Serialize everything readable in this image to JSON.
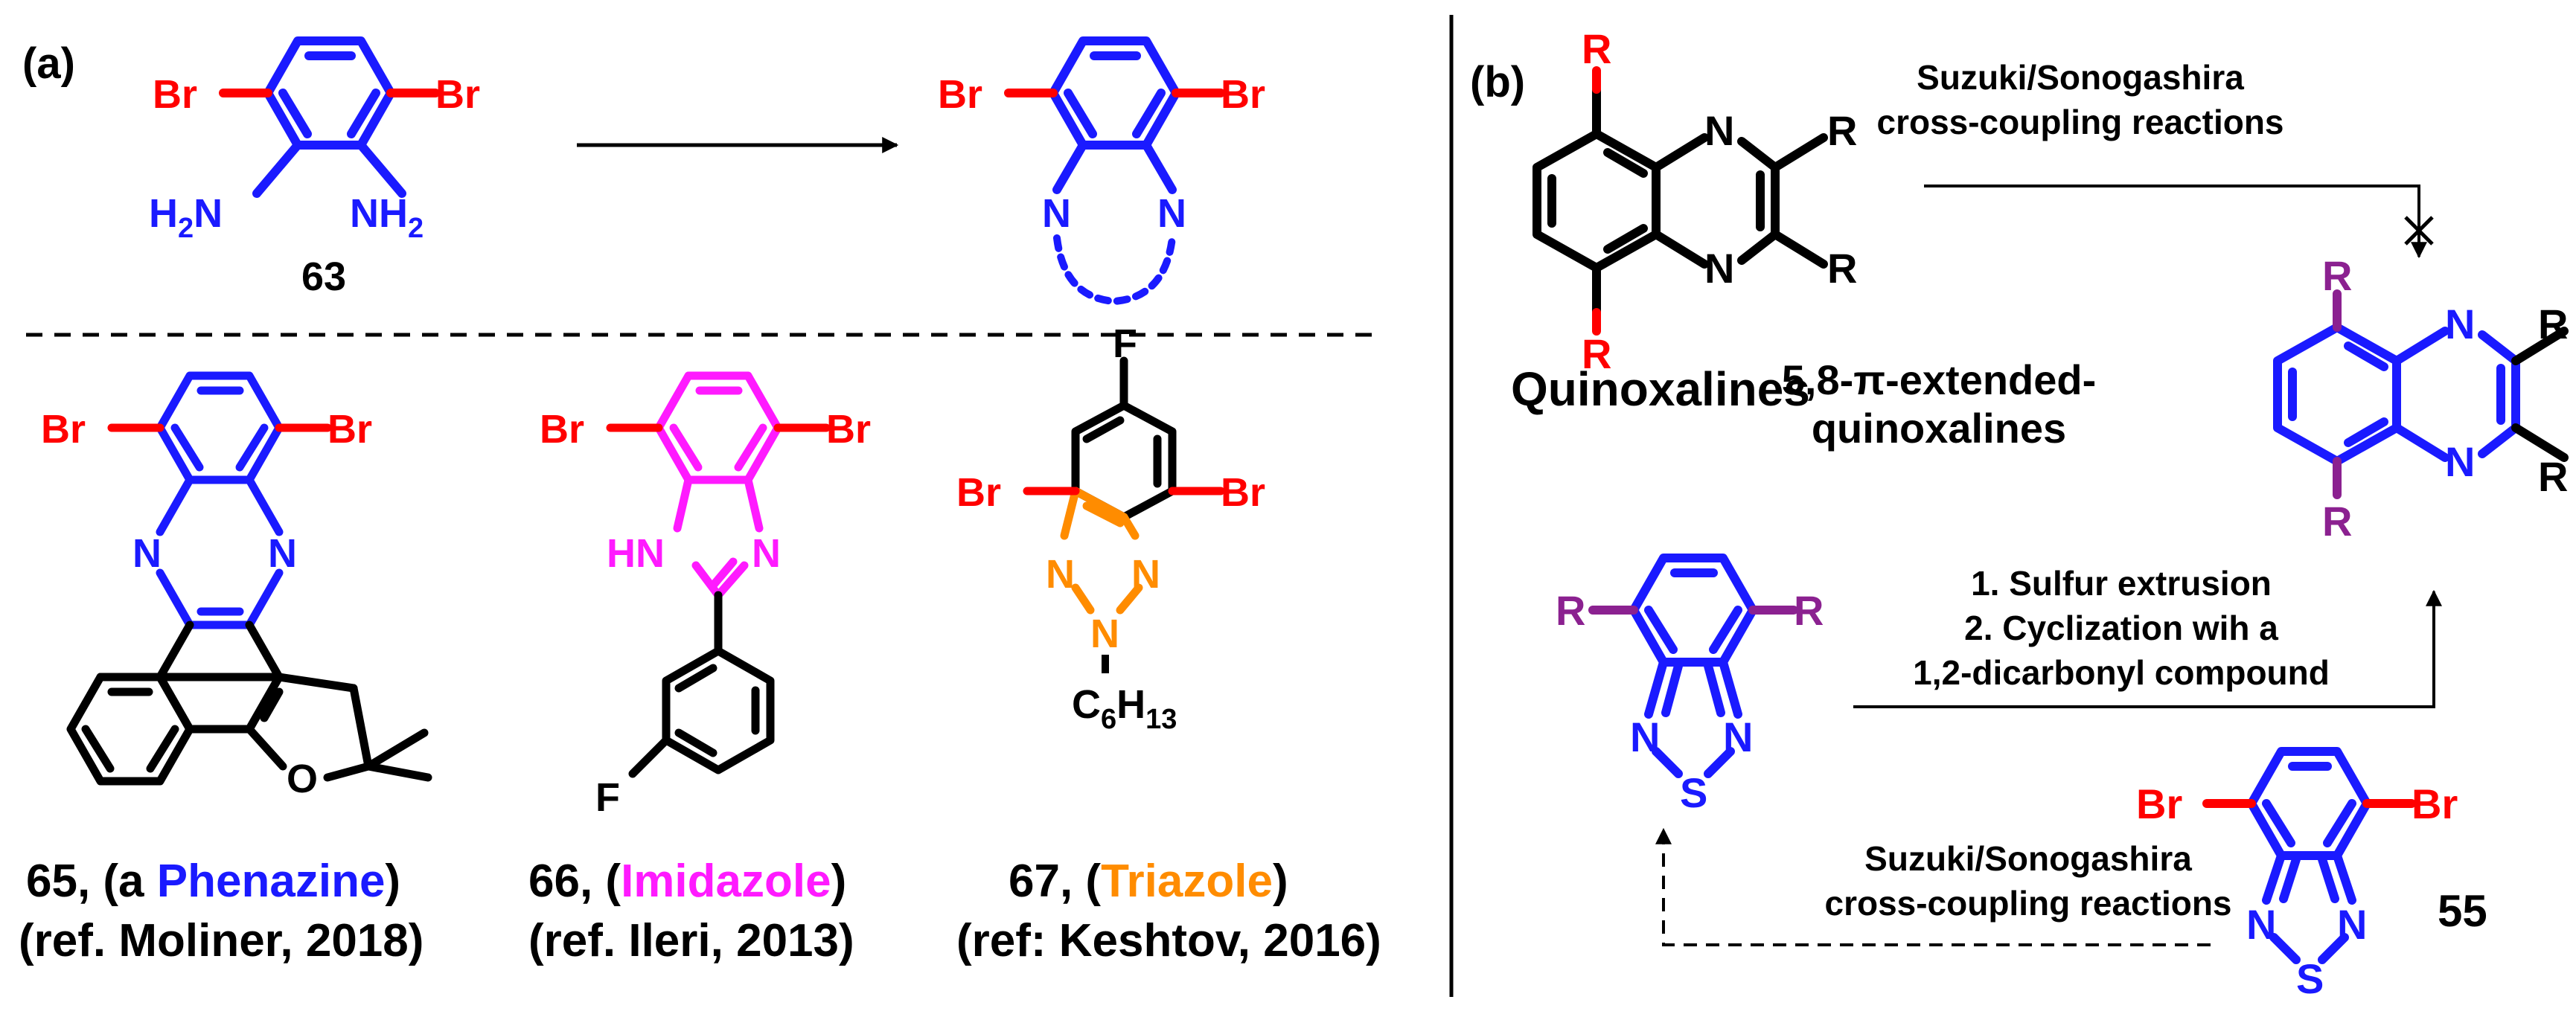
{
  "panel_a": {
    "label": "(a)",
    "reaction": {
      "reactant": {
        "number": "63",
        "substituent_left": "Br",
        "substituent_right": "Br",
        "amine_left": "H2N",
        "amine_right": "NH2"
      },
      "product": {
        "substituent_left": "Br",
        "substituent_right": "Br",
        "n_left": "N",
        "n_right": "N"
      }
    },
    "compounds": [
      {
        "number": "65",
        "caption_prefix": "65, (a ",
        "class_name": "Phenazine",
        "caption_suffix": ")",
        "reference": "(ref. Moliner, 2018)",
        "br_left": "Br",
        "br_right": "Br",
        "n_left": "N",
        "n_right": "N",
        "oxygen": "O"
      },
      {
        "number": "66",
        "caption_prefix": "66, (",
        "class_name": "Imidazole",
        "caption_suffix": ")",
        "reference": "(ref. Ileri, 2013)",
        "br_left": "Br",
        "br_right": "Br",
        "nh": "HN",
        "n": "N",
        "fluorine": "F"
      },
      {
        "number": "67",
        "caption_prefix": "67, (",
        "class_name": "Triazole",
        "caption_suffix": ")",
        "reference": "(ref: Keshtov, 2016)",
        "br_left": "Br",
        "br_right": "Br",
        "fluorine": "F",
        "n_left": "N",
        "n_right": "N",
        "n_bottom": "N",
        "alkyl": "C6H13"
      }
    ]
  },
  "panel_b": {
    "label": "(b)",
    "quinoxaline": {
      "name": "Quinoxalines",
      "r": "R",
      "n": "N"
    },
    "product": {
      "name_line1": "5,8-π-extended-",
      "name_line2": "quinoxalines",
      "r": "R",
      "n": "N"
    },
    "coupling_blocked": {
      "line1": "Suzuki/Sonogashira",
      "line2": "cross-coupling reactions"
    },
    "extrusion_steps": {
      "line1": "1. Sulfur extrusion",
      "line2": "2. Cyclization wih a",
      "line3": "1,2-dicarbonyl compound"
    },
    "benzothiadiazole_r": {
      "r": "R",
      "n": "N",
      "s": "S"
    },
    "coupling_dashed": {
      "line1": "Suzuki/Sonogashira",
      "line2": "cross-coupling reactions"
    },
    "dibromo_btd": {
      "number": "55",
      "br": "Br",
      "n": "N",
      "s": "S"
    }
  },
  "colors": {
    "black": "#000000",
    "blue": "#1a1aff",
    "red": "#ff0000",
    "magenta": "#ff1aff",
    "orange": "#ff8c00",
    "purple": "#8b2190"
  }
}
